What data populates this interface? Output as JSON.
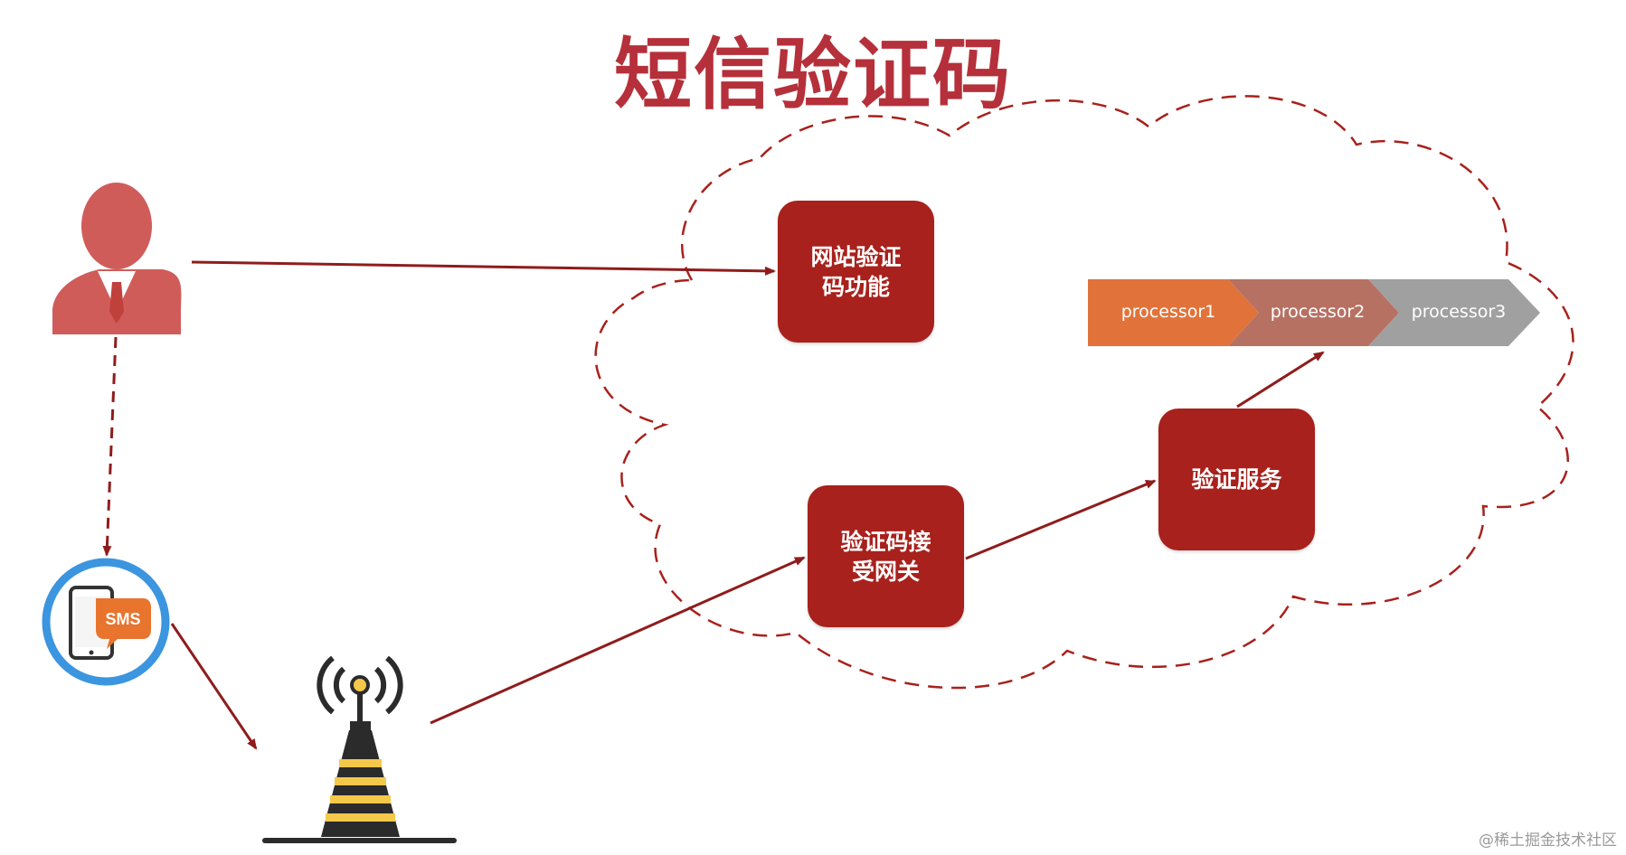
{
  "title": "短信验证码",
  "nodes": {
    "website": "网站验证码功能",
    "gateway": "验证码接受网关",
    "service": "验证服务",
    "sms_badge": "SMS"
  },
  "processors": [
    {
      "label": "processor1",
      "color": "#e1733a"
    },
    {
      "label": "processor2",
      "color": "#b77163"
    },
    {
      "label": "processor3",
      "color": "#a0a0a0"
    }
  ],
  "watermark": "@稀土掘金技术社区",
  "colors": {
    "title": "#b5303a",
    "box": "#a8211c",
    "arrow": "#8f1c1c",
    "person": "#d05c5a",
    "phone_ring": "#3b95df",
    "sms_bubble": "#e8742e"
  }
}
